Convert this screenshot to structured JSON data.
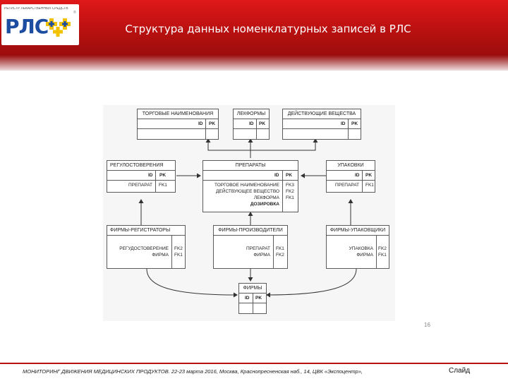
{
  "header": {
    "logo_caption": "РЕГИСТР ЛЕКАРСТВЕННЫХ СРЕДСТВ РОССИИ",
    "logo_text": "РЛС",
    "logo_tm": "®",
    "title": "Структура данных номенклатурных записей в РЛС"
  },
  "colors": {
    "header_red": "#b81010",
    "logo_blue": "#1c4da0",
    "logo_yellow": "#f2c200"
  },
  "diagram": {
    "entities": {
      "trade_names": {
        "name": "ТОРГОВЫЕ НАИМЕНОВАНИЯ",
        "id": "ID",
        "pk": "PK"
      },
      "dosage_forms": {
        "name": "ЛЕКФОРМЫ",
        "id": "ID",
        "pk": "PK"
      },
      "active_substances": {
        "name": "ДЕЙСТВУЮЩИЕ ВЕЩЕСТВА",
        "id": "ID",
        "pk": "PK"
      },
      "registrations": {
        "name": "РЕГУЛОСТОВЕРЕНИЯ",
        "id": "ID",
        "pk": "PK",
        "fields": [
          "ПРЕПАРАТ"
        ],
        "keys": [
          "FK1"
        ]
      },
      "preparations": {
        "name": "ПРЕПАРАТЫ",
        "id": "ID",
        "pk": "PK",
        "fields": [
          "ТОРГОВОЕ НАИМЕНОВАНИЕ",
          "ДЕЙСТВУЮЩЕЕ ВЕЩЕСТВО",
          "ЛЕКФОРМА",
          "ДОЗИРОВКА"
        ],
        "keys": [
          "FK3",
          "FK2",
          "FK1"
        ]
      },
      "packages": {
        "name": "УПАКОВКИ",
        "id": "ID",
        "pk": "PK",
        "fields": [
          "ПРЕПАРАТ"
        ],
        "keys": [
          "FK1"
        ]
      },
      "firm_registrars": {
        "name": "ФИРМЫ-РЕГИСТРАТОРЫ",
        "fields": [
          "РЕГУДОСТОВЕРЕНИЕ",
          "ФИРМА"
        ],
        "keys": [
          "FK2",
          "FK1"
        ]
      },
      "firm_manufacturers": {
        "name": "ФИРМЫ-ПРОИЗВОДИТЕЛИ",
        "fields": [
          "ПРЕПАРАТ",
          "ФИРМА"
        ],
        "keys": [
          "FK1",
          "FK2"
        ]
      },
      "firm_packagers": {
        "name": "ФИРМЫ-УПАКОВЩИКИ",
        "fields": [
          "УПАКОВКА",
          "ФИРМА"
        ],
        "keys": [
          "FK2",
          "FK1"
        ]
      },
      "firms": {
        "name": "ФИРМЫ",
        "id": "ID",
        "pk": "PK"
      }
    }
  },
  "page_number": "16",
  "footer": {
    "text": "МОНИТОРИНГ ДВИЖЕНИЯ МЕДИЦИНСКИХ ПРОДУКТОВ. 22-23 марта 2016, Москва, Краснопресненская наб., 14, ЦВК «Экспоцентр»,",
    "slide_label": "Слайд"
  }
}
